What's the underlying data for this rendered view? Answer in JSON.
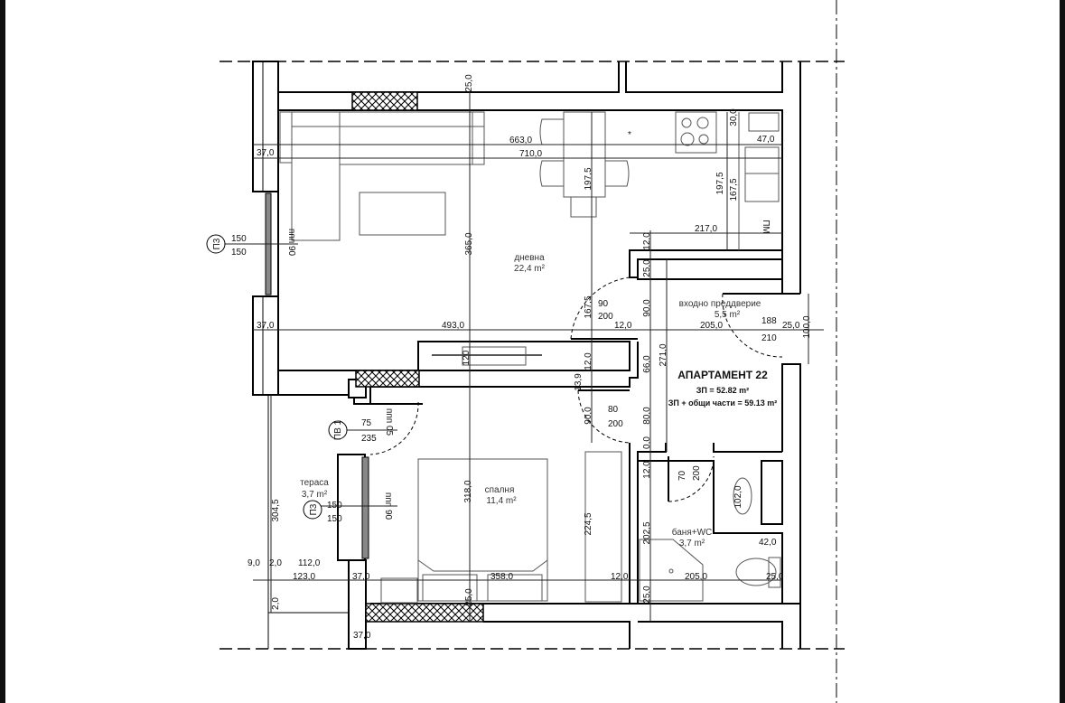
{
  "plan": {
    "apartment_title": "АПАРТАМЕНТ 22",
    "area_net": "ЗП = 52.82 m²",
    "area_gross": "ЗП + общи части = 59.13 m²"
  },
  "rooms": {
    "living": {
      "name": "дневна",
      "area": "22,4 m²"
    },
    "entrance": {
      "name": "входно преддверие",
      "area": "5,5 m²"
    },
    "bedroom": {
      "name": "спалня",
      "area": "11,4 m²"
    },
    "terrace": {
      "name": "тераса",
      "area": "3,7 m²"
    },
    "bathroom": {
      "name": "баня+WC",
      "area": "3,7 m²"
    }
  },
  "tags": {
    "window_1": "П3",
    "window_2": "П3",
    "balcony_door": "ПВ 1",
    "dishwasher": "ПМ",
    "hob_mark": "*",
    "sill_1": "ппп 90",
    "sill_2": "ппп 05",
    "sill_3": "ппп 90"
  },
  "openings": {
    "w1_w": "150",
    "w1_h": "150",
    "w2_w": "150",
    "w2_h": "150",
    "bd_w": "75",
    "bd_h": "235",
    "d_living_w": "90",
    "d_living_h": "200",
    "d_bed_w": "80",
    "d_bed_h": "200",
    "d_entry_w": "188",
    "d_entry_h": "210",
    "d_bath_w": "70",
    "d_bath_h": "200"
  },
  "dims_h": [
    "663,0",
    "710,0",
    "37,0",
    "37,0",
    "493,0",
    "12,0",
    "205,0",
    "217,0",
    "47,0",
    "25,0",
    "9,0",
    "2,0",
    "112,0",
    "123,0",
    "37,0",
    "358,0",
    "12,0",
    "205,0",
    "25,0",
    "42,0",
    "37,0"
  ],
  "dims_v": [
    "25,0",
    "30,0",
    "197,5",
    "197,5",
    "167,5",
    "365,0",
    "12,0",
    "25,0",
    "167,5",
    "90,0",
    "100,0",
    "271,0",
    "12,0",
    "66,0",
    "120",
    "13,9",
    "90,0",
    "80,0",
    "0,0",
    "12,0",
    "102,0",
    "224,5",
    "202,5",
    "318,0",
    "304,5",
    "2,0",
    "25,0",
    "25,0"
  ]
}
